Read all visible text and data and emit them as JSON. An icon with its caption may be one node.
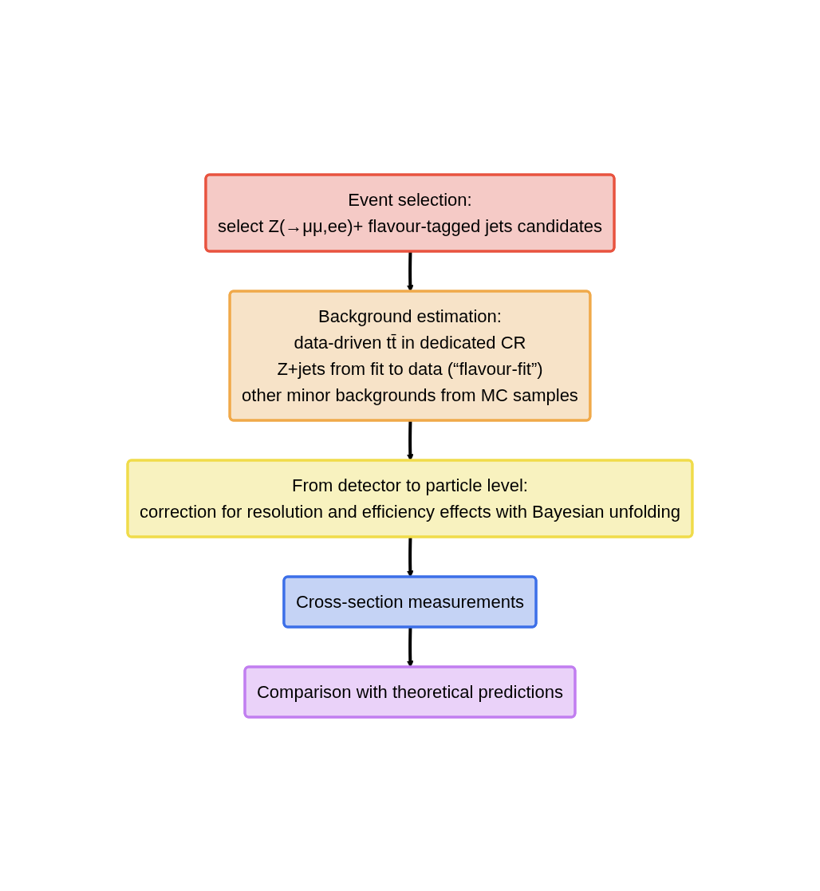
{
  "diagram": {
    "nodes": [
      {
        "text": [
          "Event selection:",
          "select Z(→μμ,ee)+ flavour-tagged jets candidates"
        ]
      },
      {
        "text": [
          "Background estimation:",
          "data-driven tt̄ in dedicated CR",
          "Z+jets from fit to data (“flavour-fit”)",
          "other minor backgrounds from MC samples"
        ]
      },
      {
        "text": [
          "From detector to particle level:",
          "correction for resolution and efficiency effects with Bayesian unfolding"
        ]
      },
      {
        "text": [
          "Cross-section measurements"
        ]
      },
      {
        "text": [
          "Comparison with theoretical predictions"
        ]
      }
    ],
    "edges": [
      {
        "from": 0,
        "to": 1,
        "arrow": "to"
      },
      {
        "from": 1,
        "to": 2,
        "arrow": "to"
      },
      {
        "from": 2,
        "to": 3,
        "arrow": "to"
      },
      {
        "from": 3,
        "to": 4,
        "arrow": "to"
      }
    ]
  }
}
